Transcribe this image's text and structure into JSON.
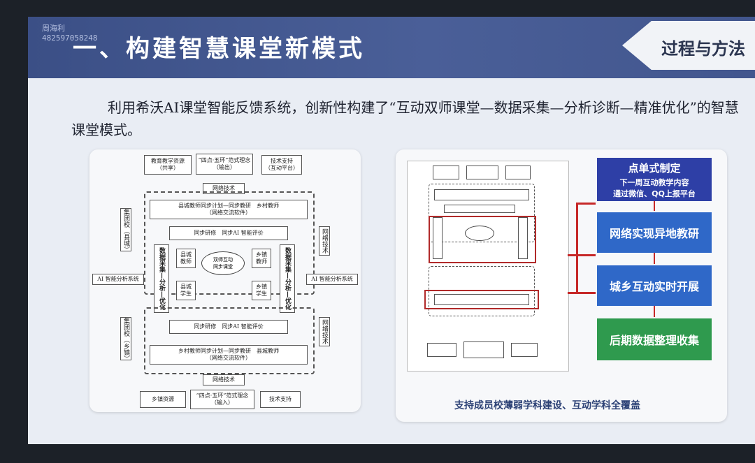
{
  "header": {
    "title": "一、构建智慧课堂新模式",
    "tag": "过程与方法",
    "watermark_name": "周海利",
    "watermark_id": "482597058248"
  },
  "intro": "利用希沃AI课堂智能反馈系统，创新性构建了“互动双师课堂—数据采集—分析诊断—精准优化”的智慧课堂模式。",
  "diagram_left": {
    "top_boxes": [
      "教育教学资源\n（共享）",
      "“四点·五环”范式理念\n（输出）",
      "技术支持\n（互动平台）"
    ],
    "network_top": "网络技术",
    "county_plan": "县城教师同步计划—同步教研　乡村教师\n（网络交流软件）",
    "sync_top": "同步研修　同步AI 智能评价",
    "side_left": "数据采集—分析—优化",
    "side_right": "数据采集—分析—优化",
    "center_ellipse": "双师互动\n同步课堂",
    "county_teacher": "县城\n教师",
    "town_teacher": "乡镇\n教师",
    "county_student": "县城\n学生",
    "town_student": "乡镇\n学生",
    "ai_left": "AI 智能分析系统",
    "ai_right": "AI 智能分析系统",
    "group_top": "集团校（县城）",
    "group_bottom": "集团校（乡镇）",
    "net_right_top": "网络技术",
    "net_right_bottom": "网络技术",
    "sync_bottom": "同步研修　同步AI 智能评价",
    "village_plan": "乡村教师同步计划—同步教研　县城教师\n（网络交流软件）",
    "network_bottom": "网络技术",
    "bottom_boxes": [
      "乡镇资源",
      "“四点·五环”范式理念\n（输入）",
      "技术支持"
    ]
  },
  "steps": [
    {
      "title": "点单式制定",
      "sub1": "下一周互动教学内容",
      "sub2": "通过微信、QQ上报平台",
      "color": "#2e3fa6"
    },
    {
      "title": "网络实现异地教研",
      "color": "#2f68c8"
    },
    {
      "title": "城乡互动实时开展",
      "color": "#2f68c8"
    },
    {
      "title": "后期数据整理收集",
      "color": "#2f9a4e"
    }
  ],
  "caption": "支持成员校薄弱学科建设、互动学科全覆盖"
}
